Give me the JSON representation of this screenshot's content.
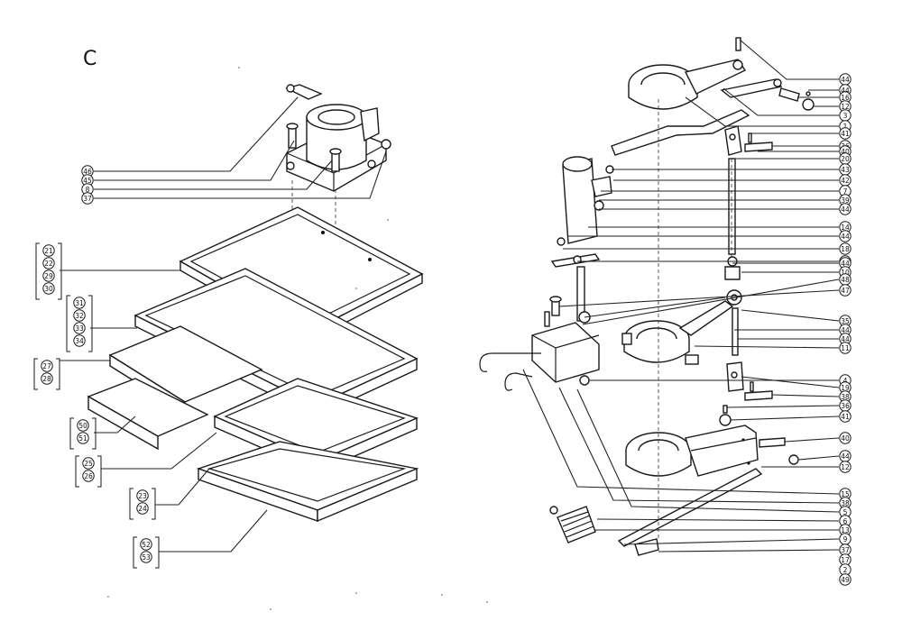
{
  "section_letter": "C",
  "callouts_right": [
    "44",
    "44",
    "16",
    "12",
    "3",
    "1",
    "41",
    "36",
    "40",
    "20",
    "43",
    "42",
    "7",
    "39",
    "44",
    "14",
    "44",
    "18",
    "44",
    "44",
    "10",
    "48",
    "47",
    "35",
    "44",
    "44",
    "11",
    "4",
    "19",
    "38",
    "36",
    "41",
    "40",
    "44",
    "12",
    "15",
    "38",
    "5",
    "6",
    "13",
    "9",
    "37",
    "17",
    "2",
    "49"
  ],
  "callouts_left": [
    "46",
    "45",
    "8",
    "37"
  ],
  "bracket_groups": [
    [
      "21",
      "22",
      "29",
      "30"
    ],
    [
      "31",
      "32",
      "33",
      "34"
    ],
    [
      "27",
      "28"
    ],
    [
      "50",
      "51"
    ],
    [
      "25",
      "26"
    ],
    [
      "23",
      "24"
    ],
    [
      "52",
      "53"
    ]
  ]
}
